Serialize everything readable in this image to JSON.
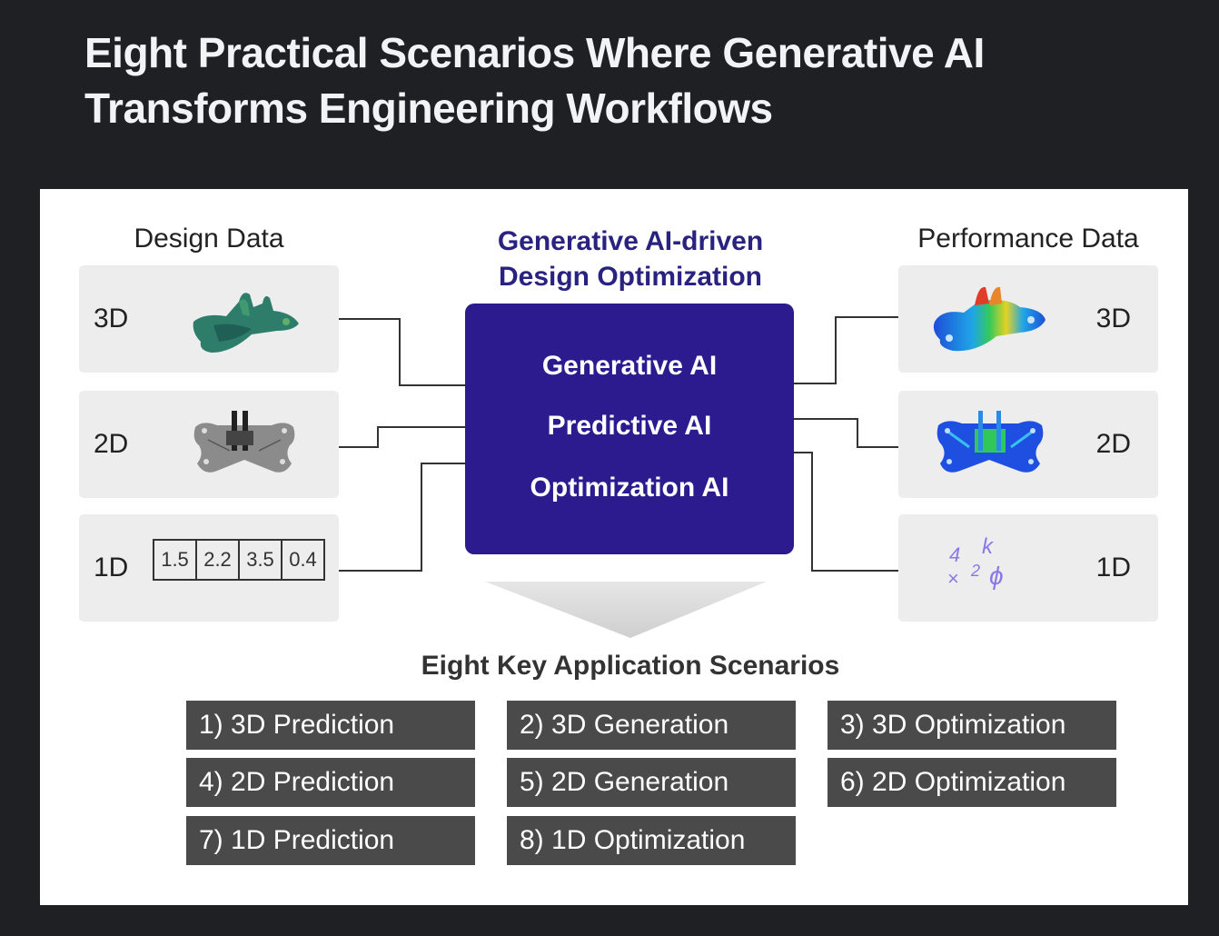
{
  "page": {
    "title_line1": "Eight Practical Scenarios Where Generative AI",
    "title_line2": "Transforms Engineering Workflows"
  },
  "diagram": {
    "left_heading": "Design Data",
    "right_heading": "Performance Data",
    "center_heading_line1": "Generative AI-driven",
    "center_heading_line2": "Design Optimization",
    "ai_items": [
      "Generative AI",
      "Predictive AI",
      "Optimization AI"
    ],
    "design_rows": [
      {
        "label": "3D",
        "graphic": "green-3d-bracket-icon"
      },
      {
        "label": "2D",
        "graphic": "gray-2d-bracket-icon"
      },
      {
        "label": "1D",
        "graphic": "value-table",
        "values": [
          "1.5",
          "2.2",
          "3.5",
          "0.4"
        ]
      }
    ],
    "performance_rows": [
      {
        "label": "3D",
        "graphic": "stress-contour-3d-icon"
      },
      {
        "label": "2D",
        "graphic": "stress-contour-2d-icon"
      },
      {
        "label": "1D",
        "graphic": "scalar-symbols-icon",
        "symbols": [
          "4",
          "k",
          "×",
          "2",
          "ϕ"
        ]
      }
    ],
    "colors": {
      "ai_box": "#2c1b8e",
      "center_heading": "#2a2280",
      "scenario_button": "#4a4a4a",
      "panel": "#ededed"
    }
  },
  "scenarios": {
    "heading": "Eight Key Application Scenarios",
    "items": [
      "1) 3D Prediction",
      "2) 3D Generation",
      "3) 3D Optimization",
      "4) 2D Prediction",
      "5) 2D Generation",
      "6) 2D Optimization",
      "7) 1D Prediction",
      "8) 1D Optimization"
    ]
  }
}
